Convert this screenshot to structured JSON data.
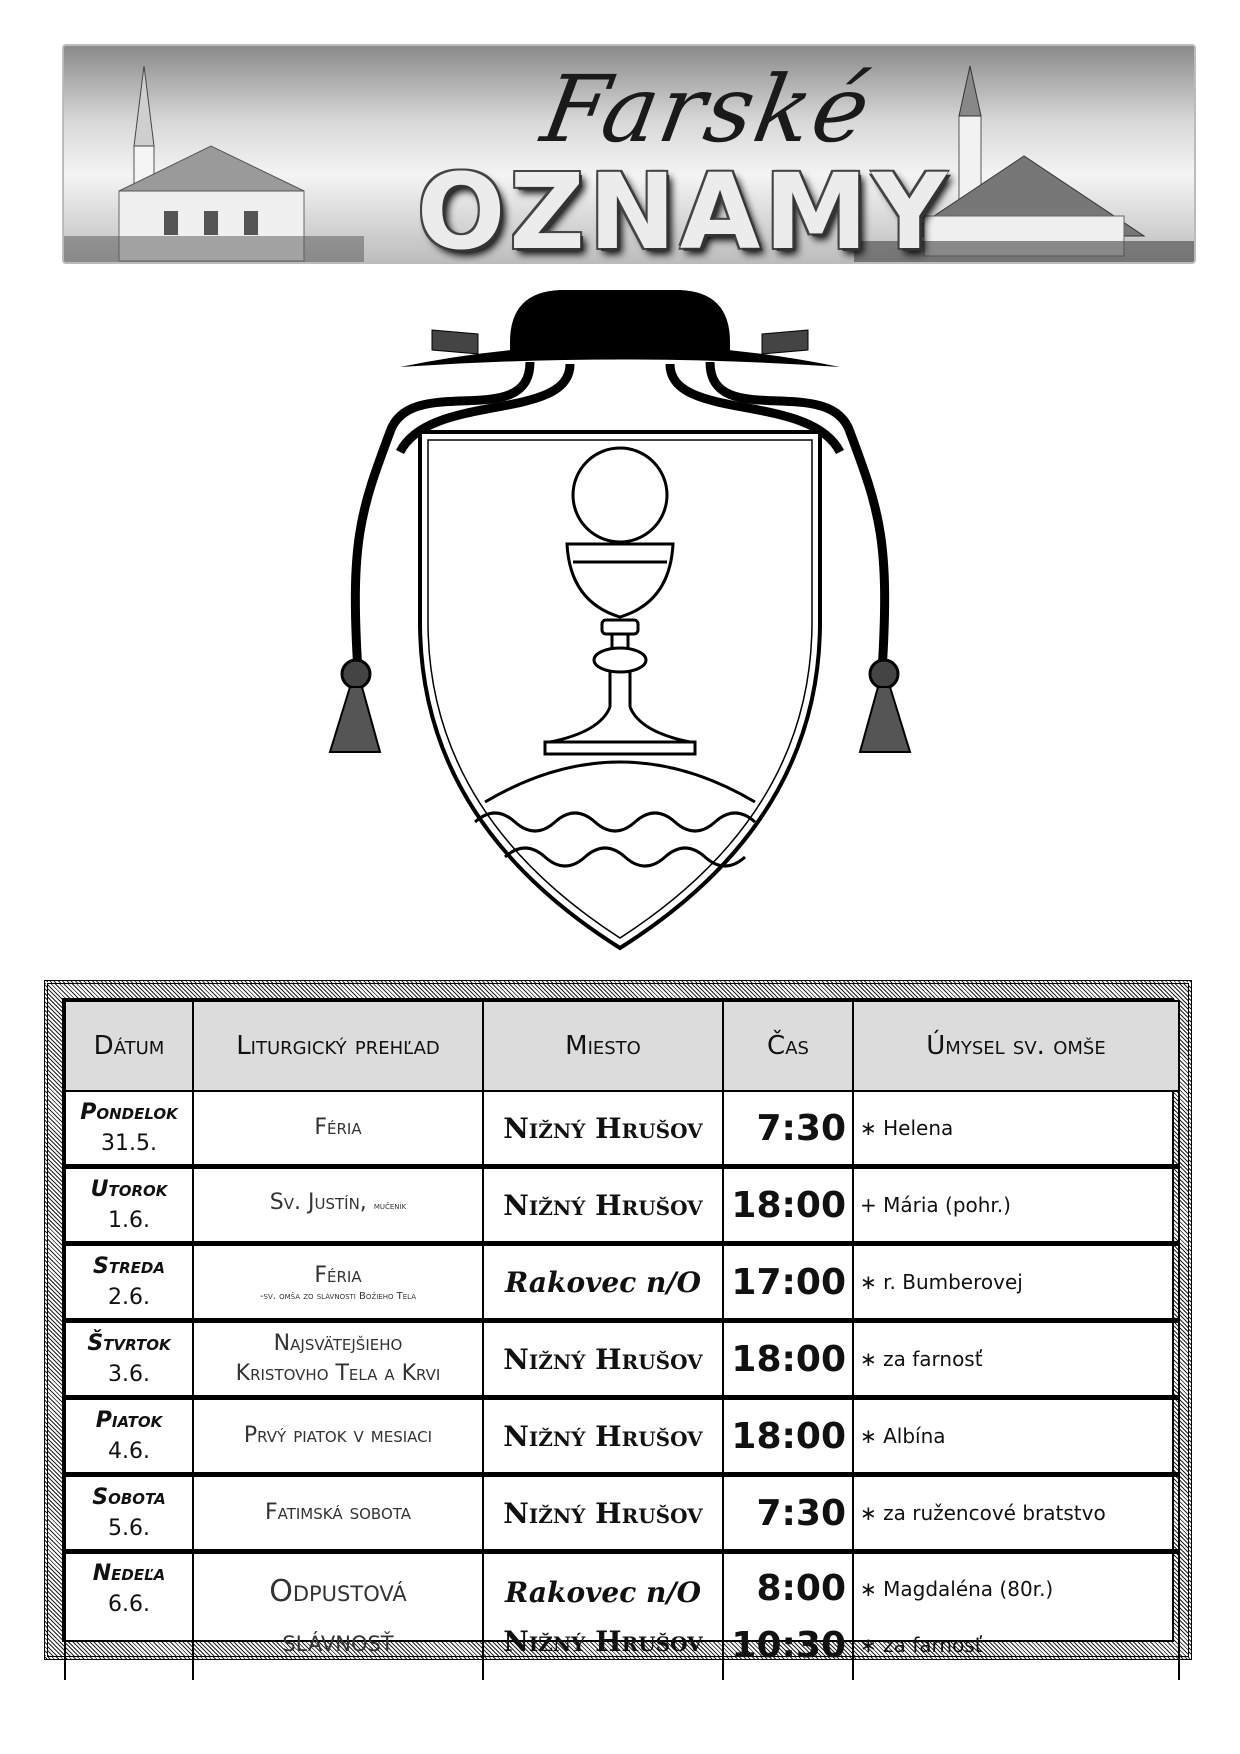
{
  "header": {
    "script_title": "Farské",
    "main_title": "OZNAMY"
  },
  "table": {
    "columns": [
      "Dátum",
      "Liturgický prehľad",
      "Miesto",
      "Čas",
      "Úmysel sv. omše"
    ],
    "rows": [
      {
        "day": "Pondelok",
        "date": "31.5.",
        "liturgy": "Féria",
        "place": "Nižný Hrušov",
        "time": "7:30",
        "intent": "∗ Helena"
      },
      {
        "day": "Utorok",
        "date": "1.6.",
        "liturgy": "Sv. Justín,",
        "liturgy_note": "mučeník",
        "place": "Nižný Hrušov",
        "time": "18:00",
        "intent": "+ Mária (pohr.)"
      },
      {
        "day": "Streda",
        "date": "2.6.",
        "liturgy": "Féria",
        "liturgy_note": "-sv. omša zo slávnosti Božieho Tela",
        "place": "Rakovec n/O",
        "time": "17:00",
        "intent": "∗ r. Bumberovej"
      },
      {
        "day": "Štvrtok",
        "date": "3.6.",
        "liturgy": "Najsvätejšieho",
        "liturgy2": "Kristovho Tela a Krvi",
        "place": "Nižný Hrušov",
        "time": "18:00",
        "intent": "∗ za farnosť"
      },
      {
        "day": "Piatok",
        "date": "4.6.",
        "liturgy": "Prvý piatok v mesiaci",
        "place": "Nižný Hrušov",
        "time": "18:00",
        "intent": "∗ Albína"
      },
      {
        "day": "Sobota",
        "date": "5.6.",
        "liturgy": "Fatimská sobota",
        "place": "Nižný Hrušov",
        "time": "7:30",
        "intent": "∗ za ružencové bratstvo"
      },
      {
        "day": "Nedeľa",
        "date": "6.6.",
        "liturgy": "Odpustová",
        "liturgy2": "slávnosť",
        "place": "Rakovec n/O",
        "place2": "Nižný Hrušov",
        "time": "8:00",
        "time2": "10:30",
        "intent": "∗ Magdaléna (80r.)",
        "intent2": "∗ za farnosť"
      }
    ]
  }
}
